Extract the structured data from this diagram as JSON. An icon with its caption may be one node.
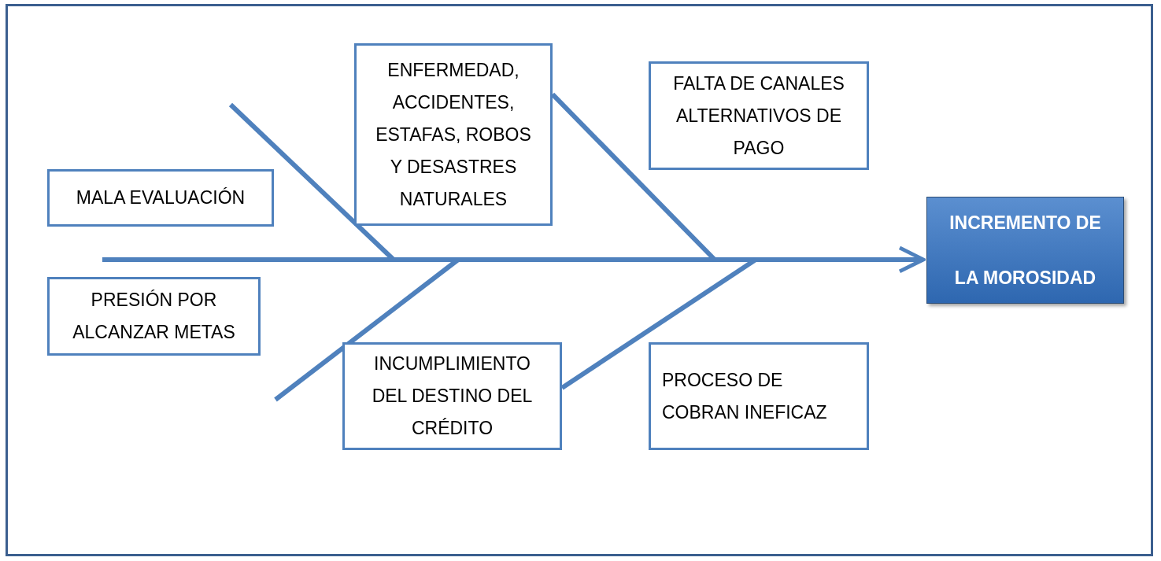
{
  "diagram": {
    "nodes": [
      {
        "text": [
          "MALA EVALUACIÓN"
        ]
      },
      {
        "text": [
          "ENFERMEDAD, ACCIDENTES, ESTAFAS, ROBOS Y DESASTRES NATURALES"
        ]
      },
      {
        "text": [
          "FALTA DE CANALES ALTERNATIVOS DE PAGO"
        ]
      },
      {
        "text": [
          "INCREMENTO DE LA MOROSIDAD"
        ]
      },
      {
        "text": [
          "PRESIÓN POR ALCANZAR METAS"
        ]
      },
      {
        "text": [
          "INCUMPLIMIENTO DEL DESTINO DEL CRÉDITO"
        ]
      },
      {
        "text": [
          "PROCESO DE COBRAN INEFICAZ"
        ]
      }
    ],
    "edges": [
      {
        "from": null,
        "to": 3,
        "arrow": "to"
      },
      {
        "from": 1,
        "to": null,
        "arrow": "none"
      },
      {
        "from": 5,
        "to": null,
        "arrow": "none"
      }
    ]
  }
}
